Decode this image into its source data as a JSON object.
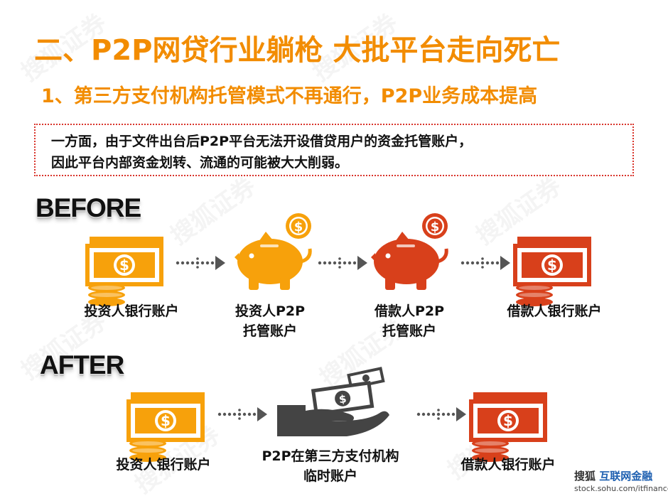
{
  "title": "二、P2P网贷行业躺枪 大批平台走向死亡",
  "subtitle": "1、第三方支付机构托管模式不再通行，P2P业务成本提高",
  "note": {
    "line1": "一方面，由于文件出台后P2P平台无法开设借贷用户的资金托管账户，",
    "line2": "因此平台内部资金划转、流通的可能被大大削弱。"
  },
  "before": {
    "heading": "BEFORE",
    "nodes": [
      {
        "label1": "投资人银行账户",
        "label2": ""
      },
      {
        "label1": "投资人P2P",
        "label2": "托管账户"
      },
      {
        "label1": "借款人P2P",
        "label2": "托管账户"
      },
      {
        "label1": "借款人银行账户",
        "label2": ""
      }
    ]
  },
  "after": {
    "heading": "AFTER",
    "nodes": [
      {
        "label1": "投资人银行账户",
        "label2": ""
      },
      {
        "label1": "P2P在第三方支付机构",
        "label2": "临时账户"
      },
      {
        "label1": "借款人银行账户",
        "label2": ""
      }
    ]
  },
  "colors": {
    "orange": "#f7a10b",
    "red": "#d8401b",
    "title": "#f28c00",
    "dark": "#444444"
  },
  "logo": {
    "brand_a": "搜狐",
    "brand_b": "互联网金融",
    "url": "stock.sohu.com/itfinance"
  }
}
